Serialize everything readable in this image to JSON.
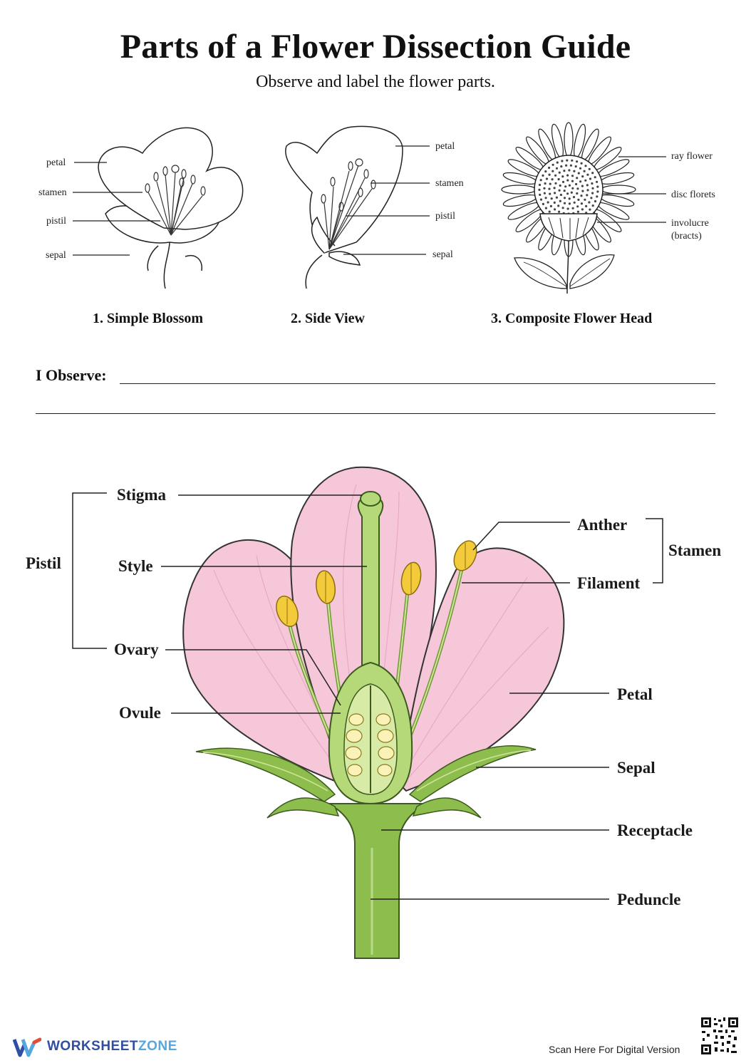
{
  "title": "Parts of a Flower Dissection Guide",
  "subtitle": "Observe and label the flower parts.",
  "small_diagrams": [
    {
      "caption": "1. Simple Blossom",
      "labels": [
        "petal",
        "stamen",
        "pistil",
        "sepal"
      ]
    },
    {
      "caption": "2. Side View",
      "labels": [
        "petal",
        "stamen",
        "pistil",
        "sepal"
      ]
    },
    {
      "caption": "3. Composite Flower Head",
      "labels": [
        "ray flower",
        "disc florets",
        "involucre",
        "(bracts)"
      ]
    }
  ],
  "observe_label": "I Observe:",
  "main_diagram": {
    "left_labels": {
      "stigma": "Stigma",
      "style": "Style",
      "ovary": "Ovary",
      "ovule": "Ovule",
      "pistil": "Pistil"
    },
    "right_labels": {
      "anther": "Anther",
      "filament": "Filament",
      "stamen": "Stamen",
      "petal": "Petal",
      "sepal": "Sepal",
      "receptacle": "Receptacle",
      "peduncle": "Peduncle"
    },
    "colors": {
      "petal": "#f6c6d9",
      "petal_outline": "#333333",
      "green": "#8dbd4d",
      "light_green": "#cfe59a",
      "anther": "#f3cb3a"
    }
  },
  "footer": {
    "brand_a": "WORKSHEET",
    "brand_b": "ZONE",
    "scan_text": "Scan Here For Digital Version"
  },
  "brand_colors": {
    "dark": "#2f4fa3",
    "light": "#56a7e0",
    "red": "#e84a3b"
  }
}
